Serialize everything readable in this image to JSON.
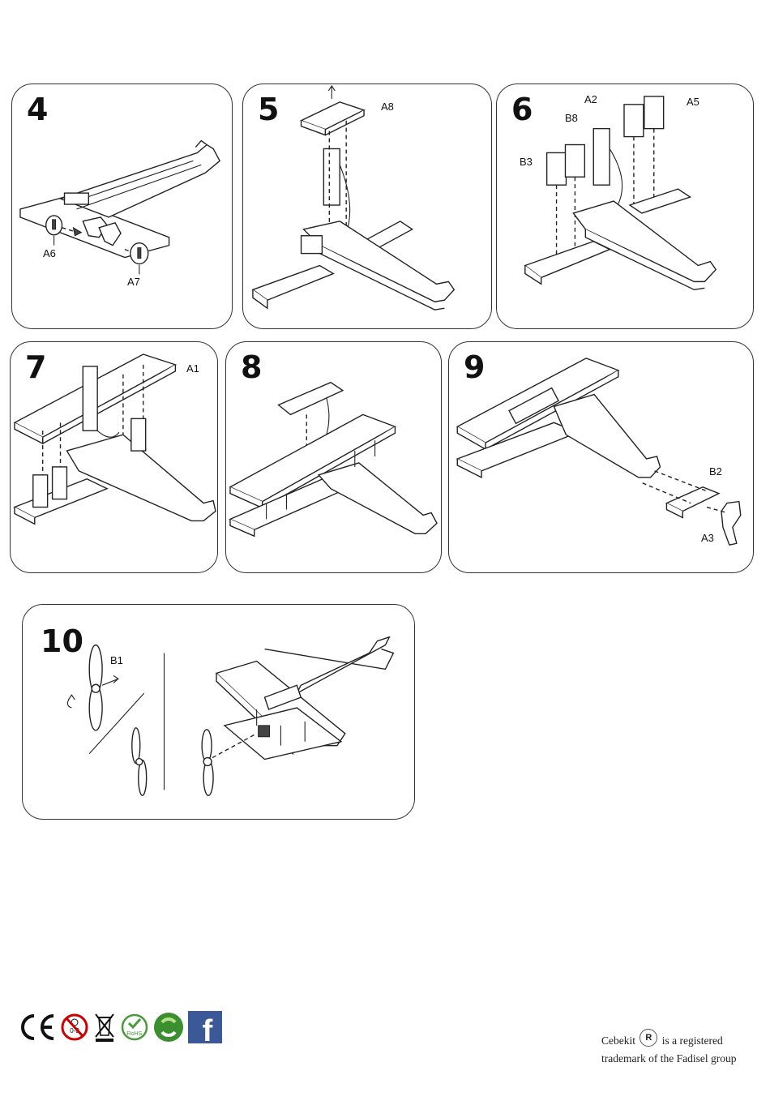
{
  "steps": [
    {
      "number": "4",
      "labels": [
        "A6",
        "A7"
      ]
    },
    {
      "number": "5",
      "labels": [
        "A8"
      ]
    },
    {
      "number": "6",
      "labels": [
        "A2",
        "A5",
        "B8",
        "B3"
      ]
    },
    {
      "number": "7",
      "labels": [
        "A1"
      ]
    },
    {
      "number": "8",
      "labels": []
    },
    {
      "number": "9",
      "labels": [
        "B2",
        "A3"
      ]
    },
    {
      "number": "10",
      "labels": [
        "B1"
      ]
    }
  ],
  "footer": {
    "icons": [
      "ce-mark-icon",
      "no-small-children-0-3-icon",
      "weee-bin-icon",
      "rohs-icon",
      "green-dot-recycle-icon",
      "facebook-icon"
    ],
    "icon_text": {
      "age": "0-3",
      "rohs": "RoHS",
      "facebook": "f"
    },
    "brand": "Cebekit",
    "registered_mark": "R",
    "trademark_line1": "is a registered",
    "trademark_line2": "trademark of the Fadisel group"
  },
  "colors": {
    "line": "#222222",
    "facebook": "#3b5998",
    "rohs": "#4a9a3a",
    "green_dot": "#3b8f2e"
  }
}
